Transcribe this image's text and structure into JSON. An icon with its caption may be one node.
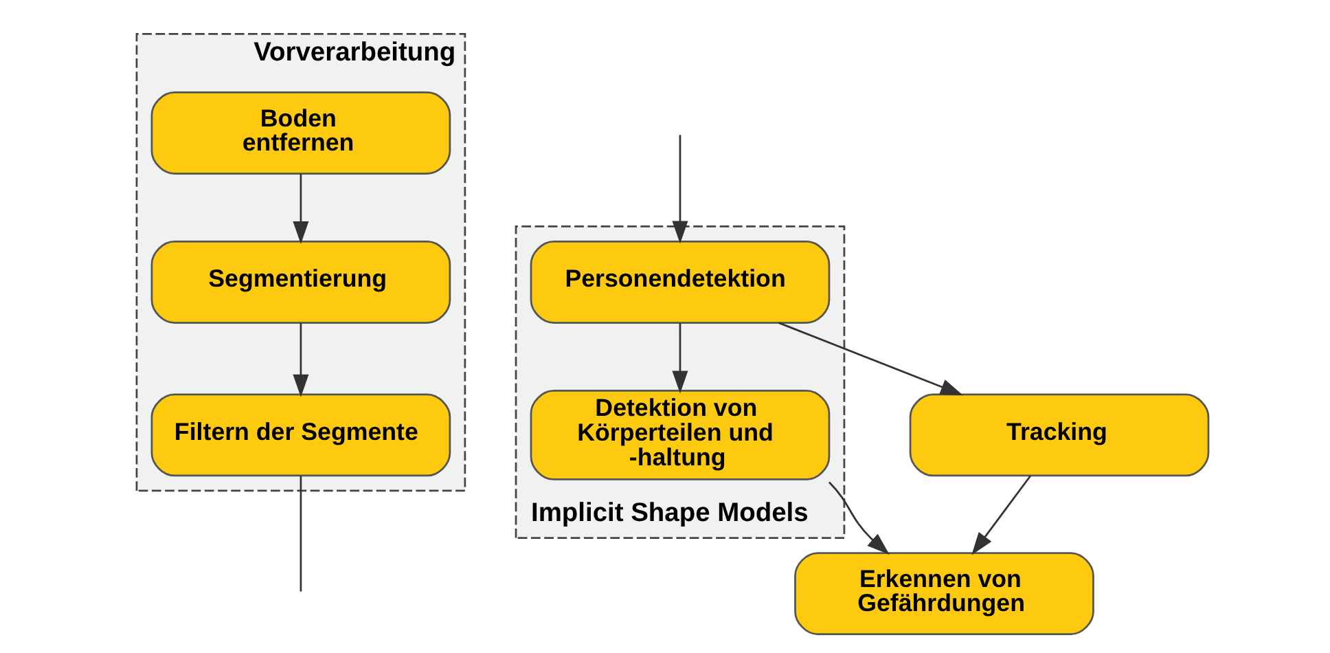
{
  "diagram": {
    "nodes": [
      {
        "text": [
          "Vorverarbeitung"
        ]
      },
      {
        "text": [
          "Boden entfernen"
        ],
        "in": 0
      },
      {
        "text": [
          "Segmentierung"
        ],
        "in": 0
      },
      {
        "text": [
          "Filtern der Segmente"
        ],
        "in": 0
      },
      {
        "text": [
          "Implicit Shape Models"
        ]
      },
      {
        "text": [
          "Personendetektion"
        ],
        "in": 4
      },
      {
        "text": [
          "Detektion von Körperteilen und -haltung"
        ],
        "in": 4
      },
      {
        "text": [
          "Tracking"
        ]
      },
      {
        "text": [
          "Erkennen von Gefährdungen"
        ]
      }
    ],
    "edges": [
      {
        "from": 1,
        "to": 2,
        "arrow": "to"
      },
      {
        "from": 2,
        "to": 3,
        "arrow": "to"
      },
      {
        "from": 3,
        "to": null,
        "arrow": "none"
      },
      {
        "from": null,
        "to": 5,
        "arrow": "to"
      },
      {
        "from": 5,
        "to": 7,
        "arrow": "to"
      },
      {
        "from": 5,
        "to": 6,
        "arrow": "to"
      },
      {
        "from": 6,
        "to": 8,
        "arrow": "to"
      },
      {
        "from": 7,
        "to": 8,
        "arrow": "to"
      }
    ]
  }
}
